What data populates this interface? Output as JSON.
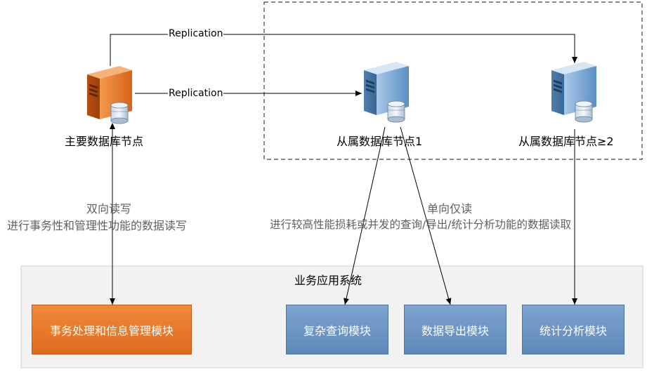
{
  "colors": {
    "primary_server": "#e8731f",
    "replica_server": "#5b8fc3",
    "orange_module": "#e8731f",
    "blue_module": "#6a92c2",
    "panel_bg": "#f2f2f2",
    "dashed_border": "#404040"
  },
  "links": {
    "replication_top": "Replication",
    "replication_mid": "Replication"
  },
  "nodes": {
    "primary": {
      "label": "主要数据库节点",
      "icon": "server-icon-orange"
    },
    "replica1": {
      "label": "从属数据库节点1",
      "icon": "server-icon-blue"
    },
    "replica2": {
      "label": "从属数据库节点≥2",
      "icon": "server-icon-blue"
    }
  },
  "annotations": {
    "left_line1": "双向读写",
    "left_line2": "进行事务性和管理性功能的数据读写",
    "right_line1": "单向仅读",
    "right_line2": "进行较高性能损耗或并发的查询/导出/统计分析功能的数据读取"
  },
  "panel": {
    "title": "业务应用系统",
    "modules": [
      "事务处理和信息管理模块",
      "复杂查询模块",
      "数据导出模块",
      "统计分析模块"
    ]
  }
}
